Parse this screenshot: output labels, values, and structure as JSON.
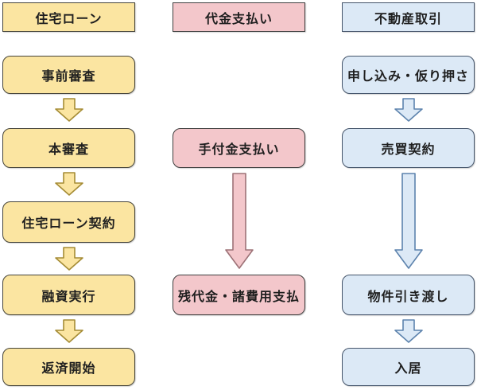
{
  "title": "不動産購入・住宅ローンの流れ図",
  "background": "#ffffff",
  "text_color": "#1f1f1f",
  "themes": {
    "yellow": {
      "fill": "#fbe5a1",
      "border": "#45443a",
      "arrow_border": "#a58c35"
    },
    "pink": {
      "fill": "#f3c7cb",
      "border": "#3f3f3f",
      "arrow_border": "#9d7277"
    },
    "blue": {
      "fill": "#dce9f6",
      "border": "#44546a",
      "arrow_border": "#5d83ad"
    }
  },
  "columns": [
    {
      "id": "housing-loan",
      "theme": "yellow",
      "header": "住宅ローン",
      "steps": [
        "事前審査",
        "本審査",
        "住宅ローン契約",
        "融資実行",
        "返済開始"
      ]
    },
    {
      "id": "payment",
      "theme": "pink",
      "header": "代金支払い",
      "steps": [
        "手付金支払い",
        "残代金・諸費用支払"
      ]
    },
    {
      "id": "real-estate-transaction",
      "theme": "blue",
      "header": "不動産取引",
      "steps": [
        "申し込み・仮り押さ",
        "売買契約",
        "物件引き渡し",
        "入居"
      ]
    }
  ]
}
